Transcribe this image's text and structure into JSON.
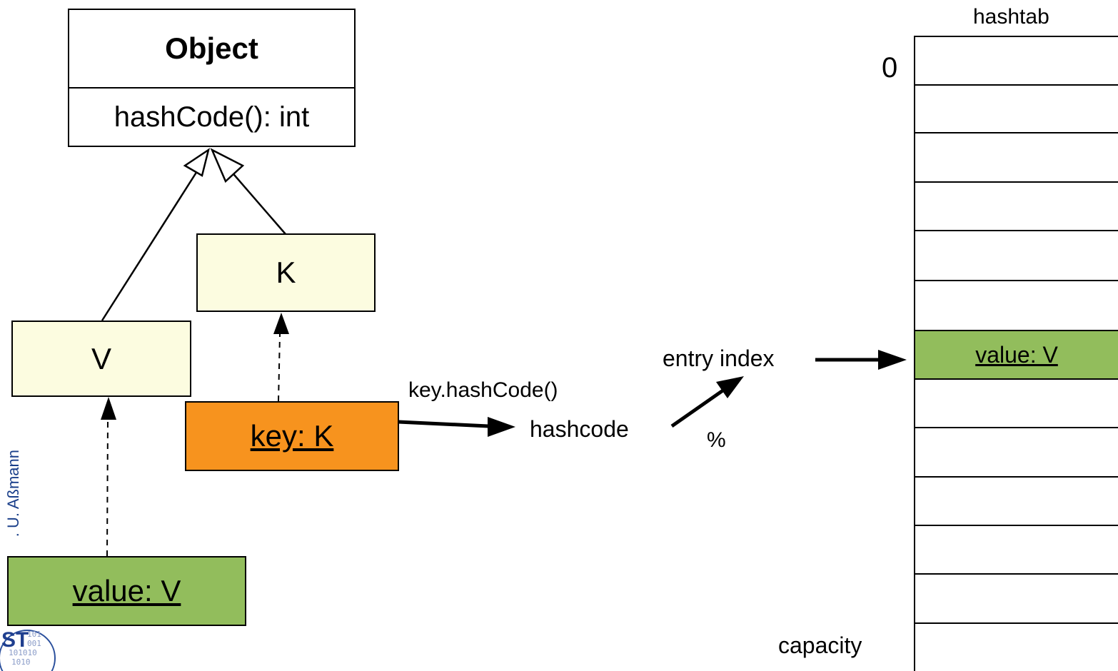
{
  "object_class": {
    "name": "Object",
    "method": "hashCode(): int"
  },
  "class_k": {
    "name": "K"
  },
  "class_v": {
    "name": "V"
  },
  "key_instance": {
    "label": "key: K"
  },
  "value_instance": {
    "label": "value: V"
  },
  "flow": {
    "call_label": "key.hashCode()",
    "hashcode_label": "hashcode",
    "modulo_label": "%",
    "entry_index_label": "entry index"
  },
  "hashtab": {
    "title": "hashtab",
    "first_index": "0",
    "last_label": "capacity",
    "stored_entry": "value: V"
  },
  "footer": {
    "author": ". U. Aßmann",
    "logo_text": "ST",
    "logo_bits": [
      "101",
      "001",
      "101010",
      "1010"
    ]
  },
  "colors": {
    "class_fill": "#fcfce0",
    "key_fill": "#f7931e",
    "value_fill": "#92bd5c"
  }
}
